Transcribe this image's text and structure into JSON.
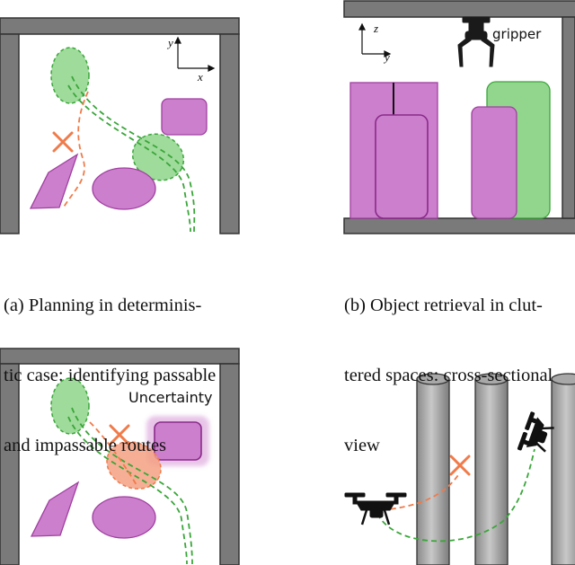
{
  "captions": {
    "a": [
      "(a) Planning in determinis-",
      "tic case: identifying passable",
      "and impassable routes"
    ],
    "b": [
      "(b) Object retrieval in clut-",
      "tered spaces: cross-sectional",
      "view"
    ]
  },
  "labels": {
    "gripper": "gripper",
    "uncertainty": "Uncertainty"
  },
  "axes": {
    "a": {
      "x": "x",
      "y": "y"
    },
    "b": {
      "x": "y",
      "y": "z"
    }
  },
  "colors": {
    "wall_fill": "#7a7a7a",
    "green_fill": "#7fcf7a",
    "green_stroke": "#3aa63a",
    "purple_fill": "#cc7fcc",
    "purple_stroke": "#a040a0",
    "orange_fill": "#f4a183",
    "orange_stroke": "#f07b4a",
    "cross": "#f07b4a",
    "pillar": "#b3b3b3"
  },
  "icons": [
    "cross-icon",
    "gripper-icon",
    "drone-icon",
    "axes-icon"
  ]
}
